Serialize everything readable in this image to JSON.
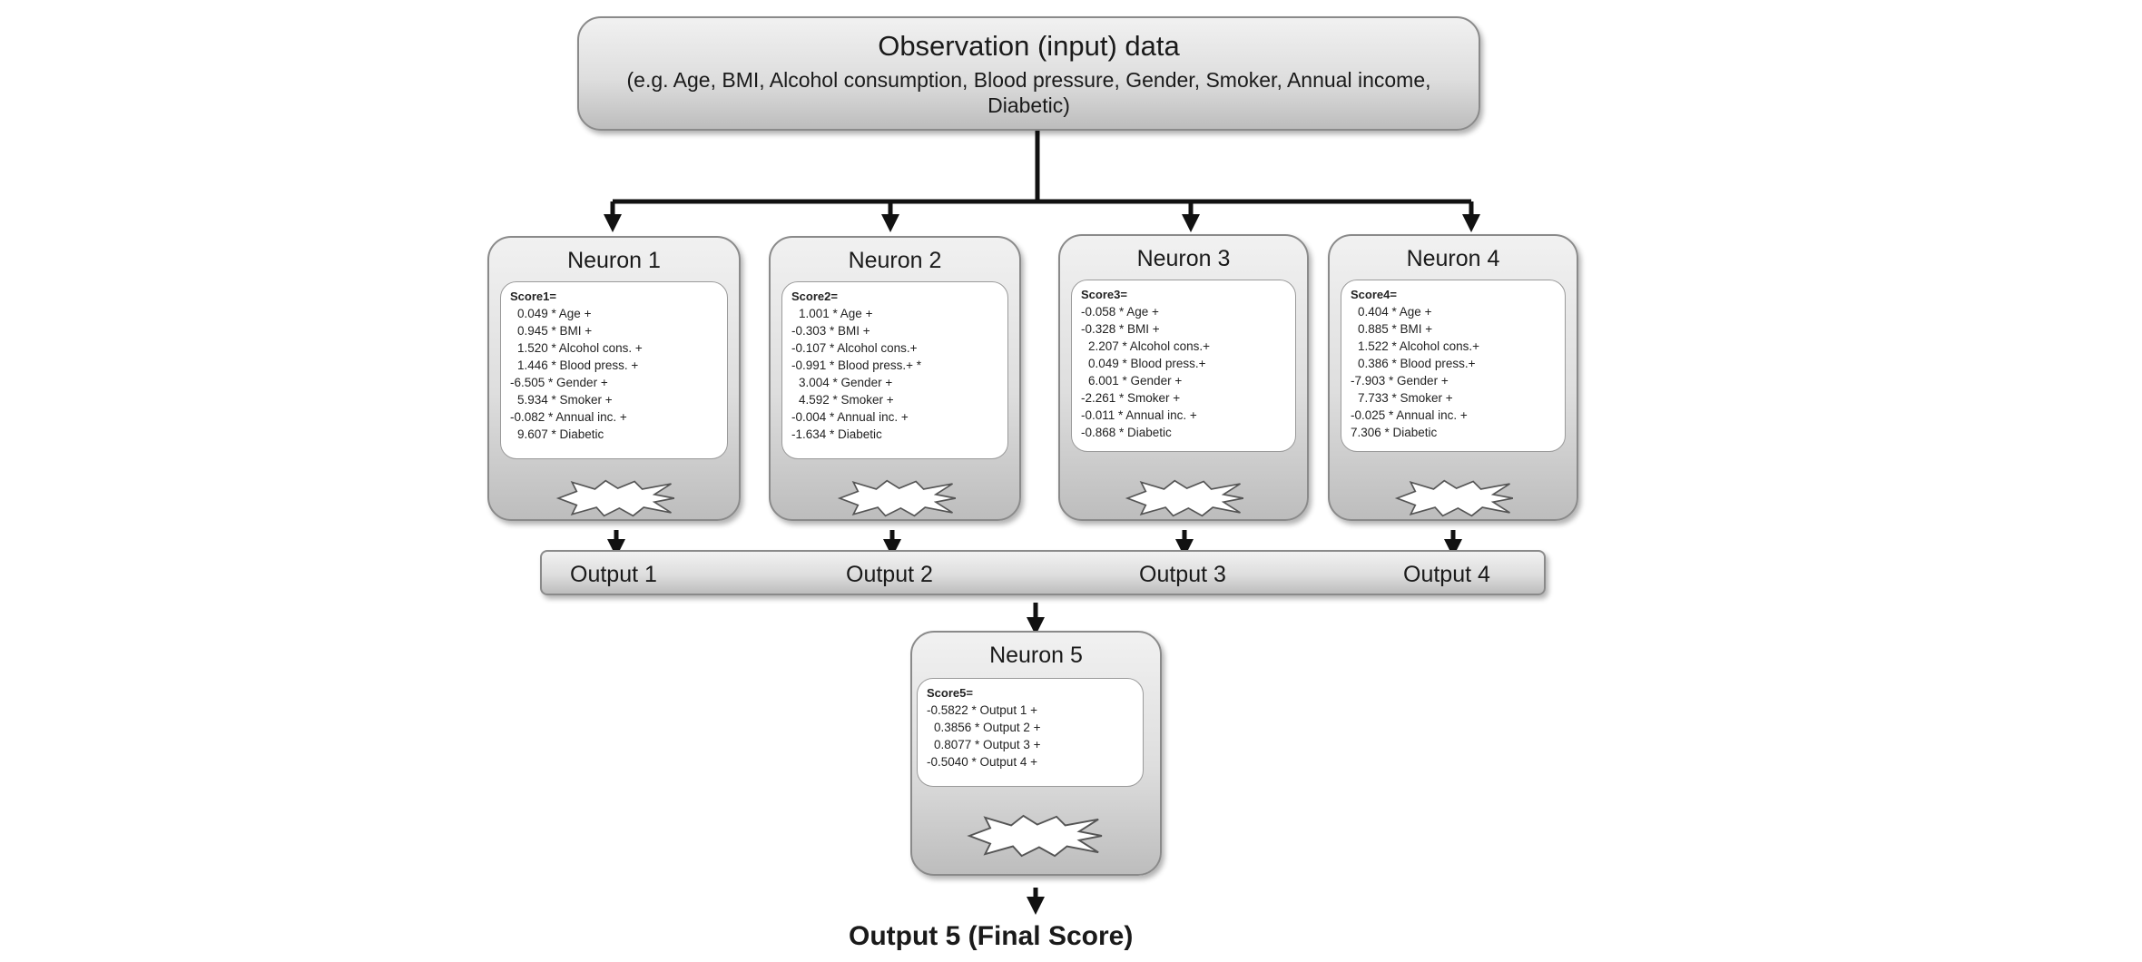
{
  "input": {
    "title": "Observation (input) data",
    "subtitle": "(e.g. Age, BMI, Alcohol consumption, Blood pressure, Gender, Smoker, Annual income, Diabetic)"
  },
  "neurons": [
    {
      "title": "Neuron 1",
      "score_label": "Score1=",
      "lines": [
        "0.049 * Age +",
        "0.945 * BMI +",
        "1.520 * Alcohol cons. +",
        "1.446 * Blood press. +",
        "-6.505 * Gender +",
        "5.934 * Smoker +",
        "-0.082 * Annual inc. +",
        "9.607 * Diabetic"
      ]
    },
    {
      "title": "Neuron 2",
      "score_label": "Score2=",
      "lines": [
        "1.001 * Age +",
        "-0.303 * BMI +",
        "-0.107 * Alcohol cons.+",
        "-0.991 * Blood press.+ *",
        "3.004 * Gender +",
        "4.592 * Smoker +",
        "-0.004 * Annual inc. +",
        "-1.634 * Diabetic"
      ]
    },
    {
      "title": "Neuron 3",
      "score_label": "Score3=",
      "lines": [
        "-0.058 * Age +",
        "-0.328 * BMI +",
        "2.207 * Alcohol cons.+",
        "0.049 * Blood press.+",
        "6.001 * Gender +",
        "-2.261 * Smoker +",
        "-0.011 * Annual inc. +",
        "-0.868 * Diabetic"
      ]
    },
    {
      "title": "Neuron 4",
      "score_label": "Score4=",
      "lines": [
        "0.404 * Age +",
        "0.885 * BMI +",
        "1.522 * Alcohol cons.+",
        "0.386 * Blood press.+",
        "-7.903 * Gender +",
        "7.733 * Smoker +",
        "-0.025 * Annual inc. +",
        "7.306 * Diabetic"
      ]
    }
  ],
  "outputs": [
    "Output 1",
    "Output 2",
    "Output 3",
    "Output 4"
  ],
  "neuron5": {
    "title": "Neuron 5",
    "score_label": "Score5=",
    "lines": [
      "-0.5822 * Output 1 +",
      "0.3856 * Output 2 +",
      "0.8077 * Output 3 +",
      "-0.5040 * Output 4 +"
    ]
  },
  "final_output": "Output 5 (Final Score)"
}
